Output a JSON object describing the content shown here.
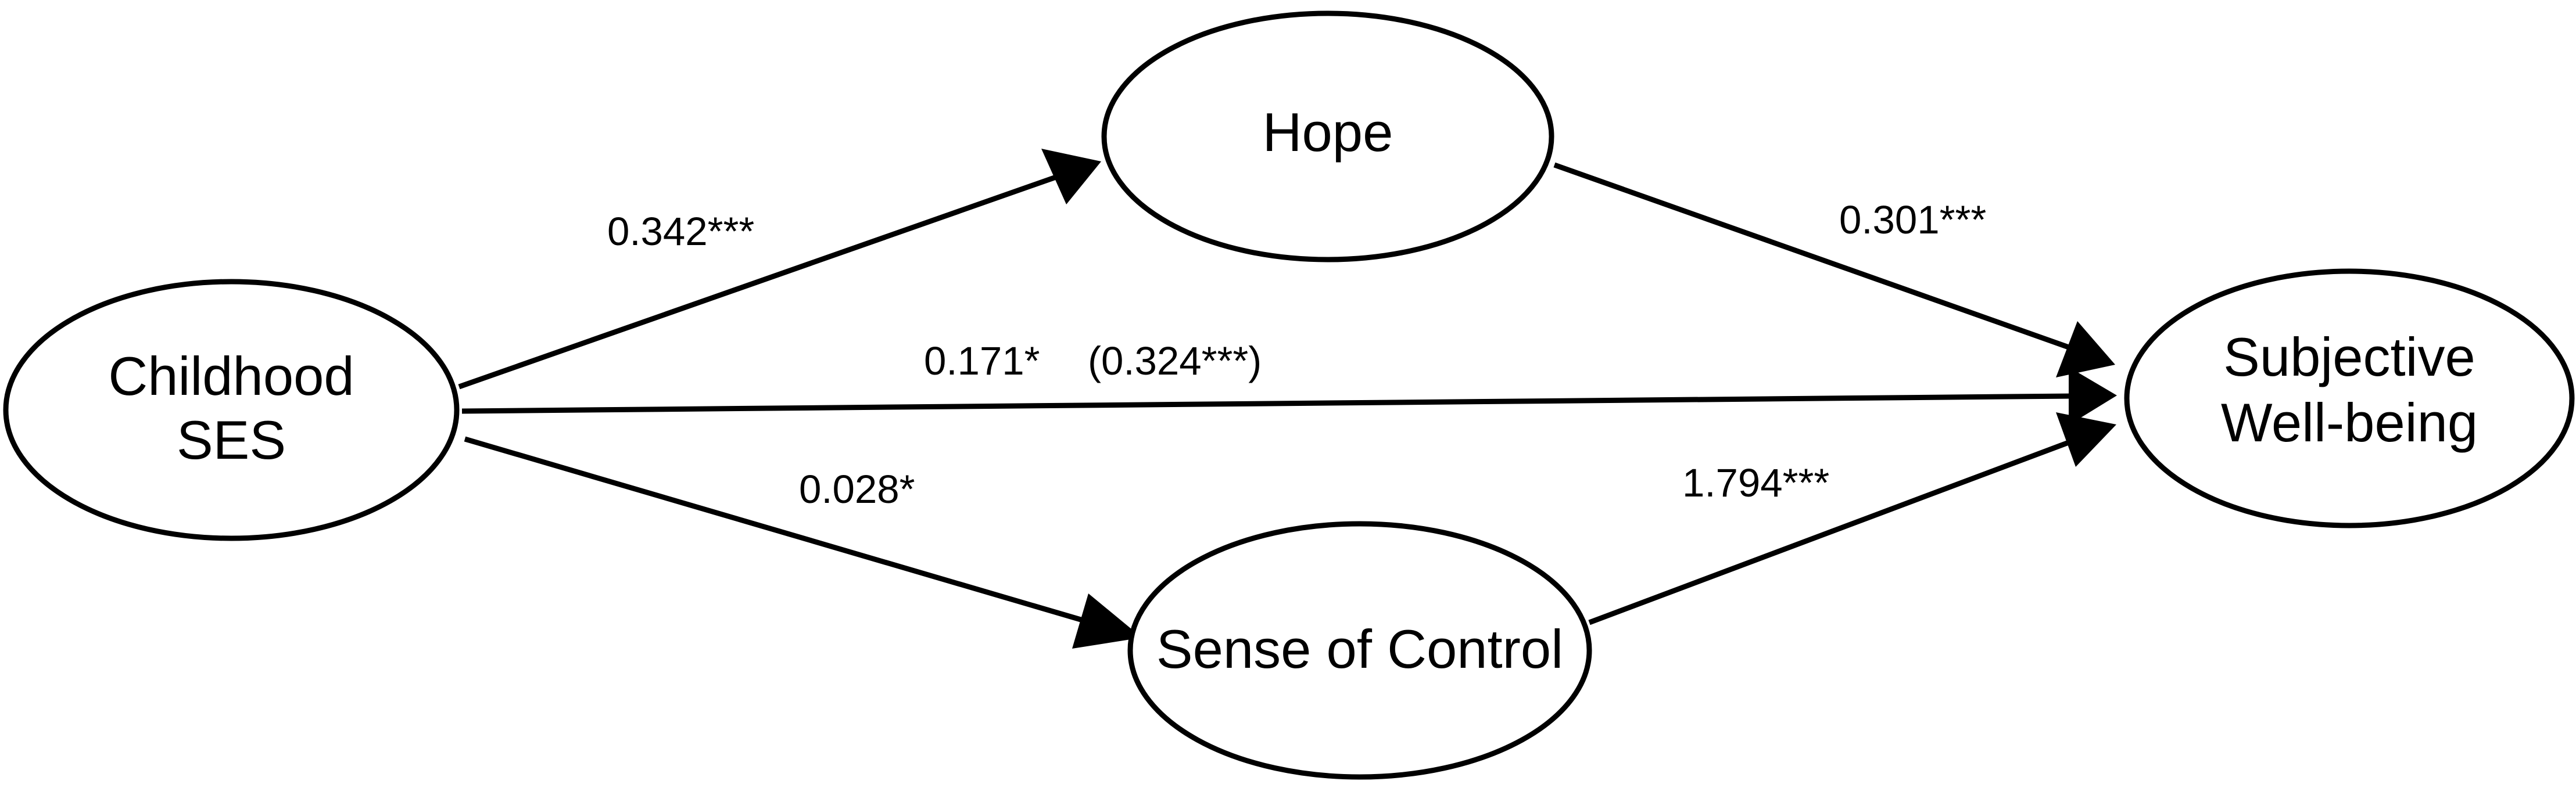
{
  "nodes": {
    "childhood_ses": {
      "lines": [
        "Childhood",
        "SES"
      ]
    },
    "hope": {
      "lines": [
        "Hope"
      ]
    },
    "sense_of_control": {
      "lines": [
        "Sense of Control"
      ]
    },
    "subjective_wellbeing": {
      "lines": [
        "Subjective",
        "Well-being"
      ]
    }
  },
  "edges": {
    "ses_to_hope": {
      "label": "0.342***"
    },
    "hope_to_swb": {
      "label": "0.301***"
    },
    "ses_to_swb": {
      "label": "0.171*",
      "total_label": "(0.324***)"
    },
    "ses_to_control": {
      "label": "0.028*"
    },
    "control_to_swb": {
      "label": "1.794***"
    }
  }
}
